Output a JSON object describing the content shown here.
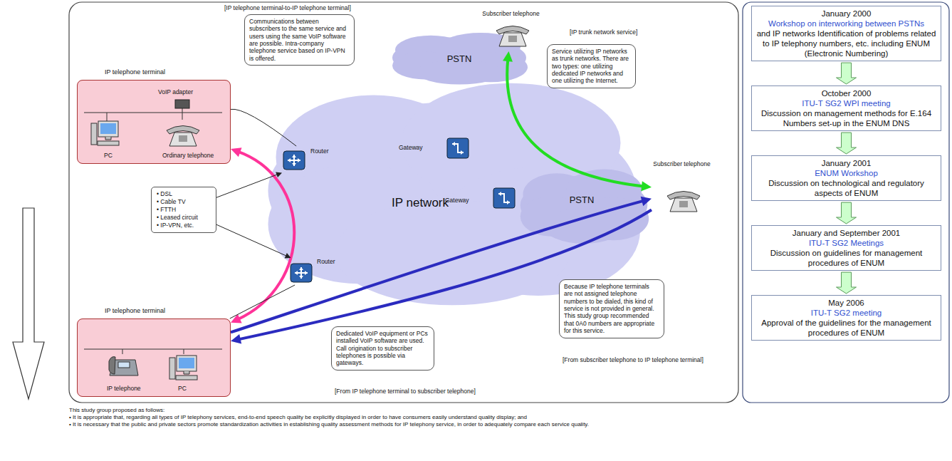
{
  "diagram": {
    "nodes": [
      {
        "text": [
          "IP telephone terminal"
        ]
      },
      {
        "text": [
          "Communications between subscribers to the same service and users using the same VoIP software are possible. Intra-company telephone service based on IP-VPN is offered."
        ]
      },
      {
        "text": [
          "Subscriber telephone"
        ]
      },
      {
        "text": [
          "PSTN"
        ]
      },
      {
        "text": [
          "Service utilizing IP networks as trunk networks. There are two types: one utilizing dedicated IP networks and one utilizing the Internet."
        ]
      },
      {
        "text": [
          "IP network"
        ]
      },
      {
        "text": [
          "Router"
        ]
      },
      {
        "text": [
          "Gateway"
        ]
      },
      {
        "text": [
          "• DSL",
          "• Cable TV",
          "• FTTH",
          "• Leased circuit",
          "• IP-VPN, etc."
        ]
      },
      {
        "text": [
          "Gateway"
        ]
      },
      {
        "text": [
          "PSTN"
        ]
      },
      {
        "text": [
          "Subscriber telephone"
        ]
      },
      {
        "text": [
          "Router"
        ]
      },
      {
        "text": [
          "IP telephone terminal"
        ]
      },
      {
        "text": [
          "Dedicated VoIP equipment or PCs installed VoIP software are used. Call origination to subscriber telephones is possible via gateways."
        ]
      },
      {
        "text": [
          "Because IP telephone terminals are not assigned telephone numbers to be dialed, this kind of service is not provided in general. This study group recommended that 0A0 numbers are appropriate for this service."
        ]
      },
      {
        "text": [
          "January 2000",
          "Workshop on interworking between PSTNs",
          "and IP networks Identification of problems related to IP telephony numbers, etc. including ENUM (Electronic Numbering)"
        ]
      },
      {
        "text": [
          "October 2000",
          "ITU-T SG2 WPI meeting",
          "Discussion on management methods for E.164 Numbers set-up in the ENUM DNS"
        ]
      },
      {
        "text": [
          "January 2001",
          "ENUM Workshop",
          "Discussion on technological and regulatory aspects of ENUM"
        ]
      },
      {
        "text": [
          "January and September 2001",
          "ITU-T SG2 Meetings",
          "Discussion on guidelines for management procedures of ENUM"
        ]
      },
      {
        "text": [
          "May 2006",
          "ITU-T SG2 meeting",
          "Approval of the guidelines for the management procedures of ENUM"
        ]
      }
    ],
    "edges": [
      {
        "from": 0,
        "to": 13,
        "arrow": "both"
      },
      {
        "from": 2,
        "to": 11,
        "arrow": "both"
      },
      {
        "from": 13,
        "to": 11,
        "arrow": "to"
      },
      {
        "from": 11,
        "to": 13,
        "arrow": "to"
      },
      {
        "from": 0,
        "to": 6,
        "arrow": "none"
      },
      {
        "from": 8,
        "to": 6,
        "arrow": "to"
      },
      {
        "from": 8,
        "to": 12,
        "arrow": "to"
      },
      {
        "from": 13,
        "to": 12,
        "arrow": "none"
      },
      {
        "from": 16,
        "to": 17,
        "arrow": "to"
      },
      {
        "from": 17,
        "to": 18,
        "arrow": "to"
      },
      {
        "from": 18,
        "to": 19,
        "arrow": "to"
      },
      {
        "from": 19,
        "to": 20,
        "arrow": "to"
      }
    ],
    "labels": [
      "[IP telephone terminal-to-IP telephone terminal]",
      "[IP trunk network service]",
      "VoIP adapter",
      "PC",
      "Ordinary telephone",
      "IP telephone",
      "PC",
      "[From IP telephone terminal to subscriber telephone]",
      "[From subscriber telephone to IP telephone terminal]",
      "This study group proposed as follows:",
      "• It is appropriate that, regarding all types of IP telephony services, end-to-end speech quality be explicitly displayed in order to have consumers easily understand quality display; and",
      "• It is necessary that the public and private sectors promote standardization activities in establishing quality assessment methods for IP telephony service, in order to adequately compare each service quality."
    ]
  }
}
